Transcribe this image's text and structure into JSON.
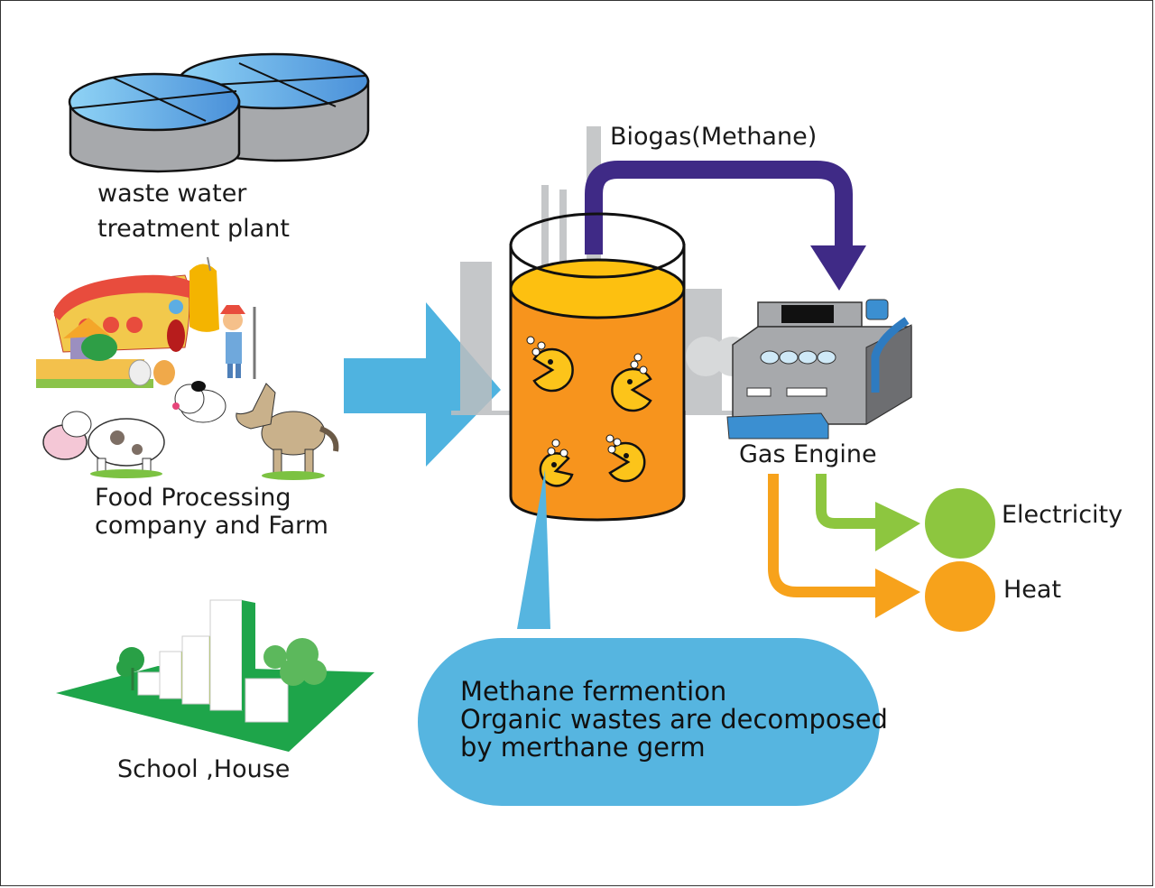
{
  "diagram": {
    "title": "Biogas production flow",
    "sources": [
      {
        "id": "wwtp",
        "label_lines": [
          "waste water",
          "treatment plant"
        ],
        "icon": "wastewater-tanks-icon"
      },
      {
        "id": "farm",
        "label_lines": [
          "Food Processing",
          "company and Farm"
        ],
        "icon": "farm-animals-icon"
      },
      {
        "id": "school",
        "label_lines": [
          "School ,House"
        ],
        "icon": "city-buildings-icon"
      }
    ],
    "digester": {
      "icon": "digester-tank-icon",
      "bacteria_count": 4
    },
    "biogas_label": "Biogas(Methane)",
    "engine_label": "Gas Engine",
    "outputs": [
      {
        "label": "Electricity",
        "color": "#8dc63f"
      },
      {
        "label": "Heat",
        "color": "#f7a21b"
      }
    ],
    "callout_lines": [
      "Methane fermention",
      "Organic wastes are decomposed",
      "by merthane germ"
    ],
    "colors": {
      "inflow_arrow": "#4fb3e0",
      "biogas_arrow": "#3f2a86",
      "digester_liquid": "#f7941d",
      "digester_top": "#fdc010",
      "bacteria": "#fcc41a",
      "callout": "#56b5e0",
      "engine_body": "#a7a9ac",
      "engine_accent": "#3b8fd1"
    }
  }
}
